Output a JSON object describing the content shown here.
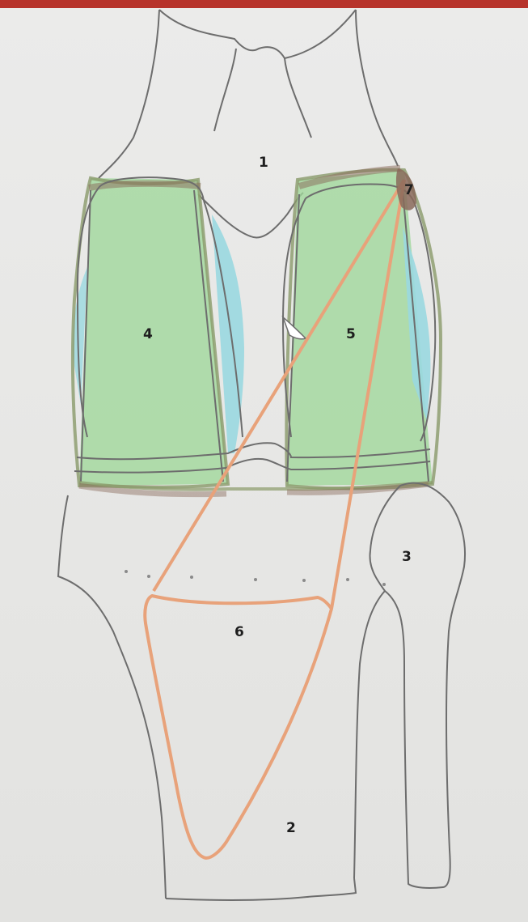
{
  "labels": {
    "l1": "1",
    "l2": "2",
    "l3": "3",
    "l4": "4",
    "l5": "5",
    "l6": "6",
    "l7": "7"
  },
  "colors": {
    "outline": "#6d6d6d",
    "green_fill": "#9fd79a",
    "green_edge": "#8a9a6a",
    "cyan": "#9ad8e0",
    "orange": "#e8a27a",
    "brown": "#8a6a5a"
  }
}
